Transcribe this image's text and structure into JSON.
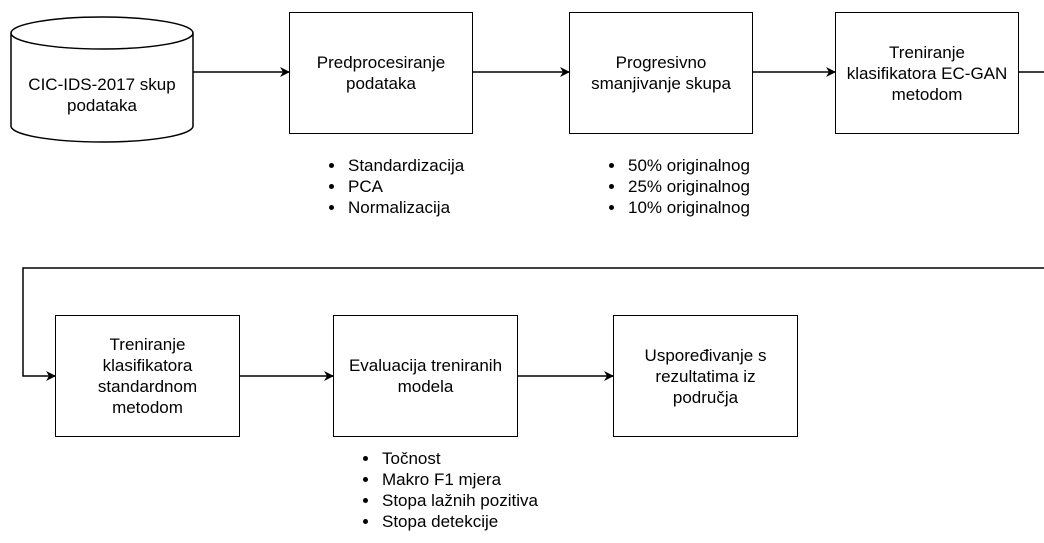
{
  "nodes": {
    "dataset": "CIC-IDS-2017 skup podataka",
    "preprocessing": "Predprocesiranje podataka",
    "reduction": "Progresivno smanjivanje skupa",
    "ecgan": "Treniranje klasifikatora EC-GAN metodom",
    "standard": "Treniranje klasifikatora standardnom metodom",
    "evaluation": "Evaluacija treniranih modela",
    "comparison": "Uspoređivanje s rezultatima iz područja"
  },
  "bullets": {
    "preprocessing": [
      "Standardizacija",
      "PCA",
      "Normalizacija"
    ],
    "reduction": [
      "50% originalnog",
      "25% originalnog",
      "10% originalnog"
    ],
    "evaluation": [
      "Točnost",
      "Makro F1 mjera",
      "Stopa lažnih pozitiva",
      "Stopa detekcije"
    ]
  },
  "colors": {
    "stroke": "#000000",
    "background": "#ffffff"
  }
}
